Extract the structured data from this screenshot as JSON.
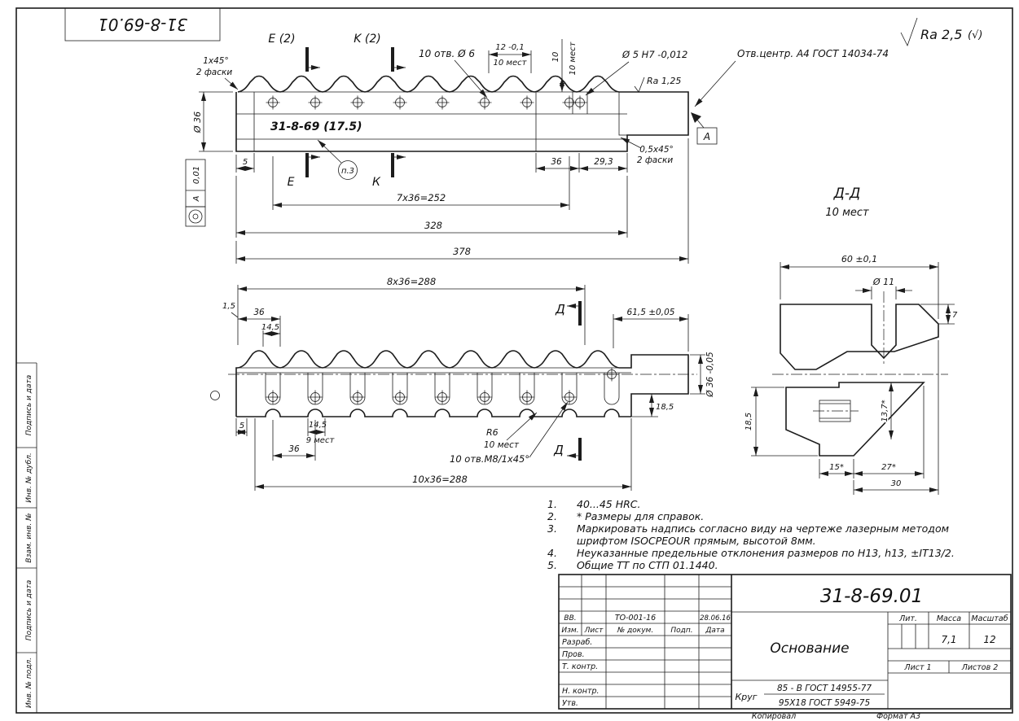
{
  "sheet": {
    "stamp_designation": "31-8-69.01",
    "roughness_value": "Ra 2,5",
    "roughness_alt": "(√)",
    "copied": "Копировал",
    "format": "Формат А3"
  },
  "margin": {
    "labels": [
      "Подпись и дата",
      "Инв. № дубл.",
      "Взам. инв. №",
      "Подпись и дата",
      "Инв. № подл."
    ]
  },
  "front_view": {
    "section_e_top": "E (2)",
    "section_k_top": "K (2)",
    "section_e": "Е",
    "section_k": "К",
    "chamfer_left_1": "1х45°",
    "chamfer_left_2": "2 фаски",
    "holes_note": "10 отв. Ø 6",
    "dim_12": "12 -0,1",
    "dim_12_places": "10 мест",
    "dim_10": "10",
    "dim_10_places": "10 мест",
    "hole_callout": "Ø 5 Н7 -0,012",
    "center_hole_note": "Отв.центр. А4 ГОСТ 14034-74",
    "ra_local": "Ra 1,25",
    "marking_text": "31-8-69 (17.5)",
    "note_ref": "п.3",
    "dia_36": "Ø 36",
    "dim_5": "5",
    "dim_36": "36",
    "dim_29_3": "29,3",
    "chamfer_right_1": "0,5х45°",
    "chamfer_right_2": "2 фаски",
    "dim_pitch": "7х36=252",
    "dim_328": "328",
    "dim_378": "378",
    "datum_label": "А",
    "fcf_value": "0,01",
    "fcf_datum": "А"
  },
  "plan_view": {
    "dim_pitch_top": "8х36=288",
    "dim_1_5": "1,5",
    "dim_36_left": "36",
    "dim_14_5_left": "14,5",
    "section_d": "Д",
    "dim_61_5": "61,5 ±0,05",
    "dia_36": "Ø 36 -0,05",
    "dim_18_5": "18,5",
    "dim_5": "5",
    "dim_14_5_bottom": "14,5",
    "dim_14_5_places": "9 мест",
    "dim_36_bottom": "36",
    "radius_note": "R6",
    "radius_places": "10 мест",
    "thread_note": "10 отв.М8/1х45°",
    "dim_pitch_bottom": "10х36=288"
  },
  "section_dd": {
    "title": "Д-Д",
    "places": "10 мест",
    "dim_60": "60 ±0,1",
    "dia_11": "Ø 11",
    "dim_7": "7",
    "dim_18_5": "18,5",
    "dim_13_7": "13,7*",
    "dim_15": "15*",
    "dim_27": "27*",
    "dim_30": "30"
  },
  "notes": {
    "items": [
      {
        "num": "1.",
        "text": "40...45 HRC."
      },
      {
        "num": "2.",
        "text": "* Размеры для справок."
      },
      {
        "num": "3.",
        "text": "Маркировать надпись согласно виду на чертеже лазерным методом шрифтом ISOCPEOUR прямым, высотой 8мм."
      },
      {
        "num": "4.",
        "text": "Неуказанные предельные отклонения размеров по Н13, h13, ±IT13/2."
      },
      {
        "num": "5.",
        "text": "Общие ТТ по СТП 01.1440."
      }
    ]
  },
  "title_block": {
    "doc_number": "31-8-69.01",
    "part_name": "Основание",
    "change_row": {
      "col1": "ВВ.",
      "doc": "ТО-001-16",
      "date": "28.06.16"
    },
    "header": {
      "izm": "Изм.",
      "list": "Лист",
      "ndoc": "№ докум.",
      "podp": "Подп.",
      "data": "Дата"
    },
    "roles": {
      "razrab": "Разраб.",
      "prov": "Пров.",
      "tkontr": "Т. контр.",
      "nkontr": "Н. контр.",
      "utv": "Утв."
    },
    "lit_label": "Лит.",
    "mass_label": "Масса",
    "scale_label": "Масштаб",
    "mass_value": "7,1",
    "scale_value": "12",
    "sheet_no": "Лист 1",
    "sheets_total": "Листов 2",
    "material_kind": "Круг",
    "material_line1": "85 - В ГОСТ 14955-77",
    "material_line2": "95Х18 ГОСТ 5949-75"
  }
}
